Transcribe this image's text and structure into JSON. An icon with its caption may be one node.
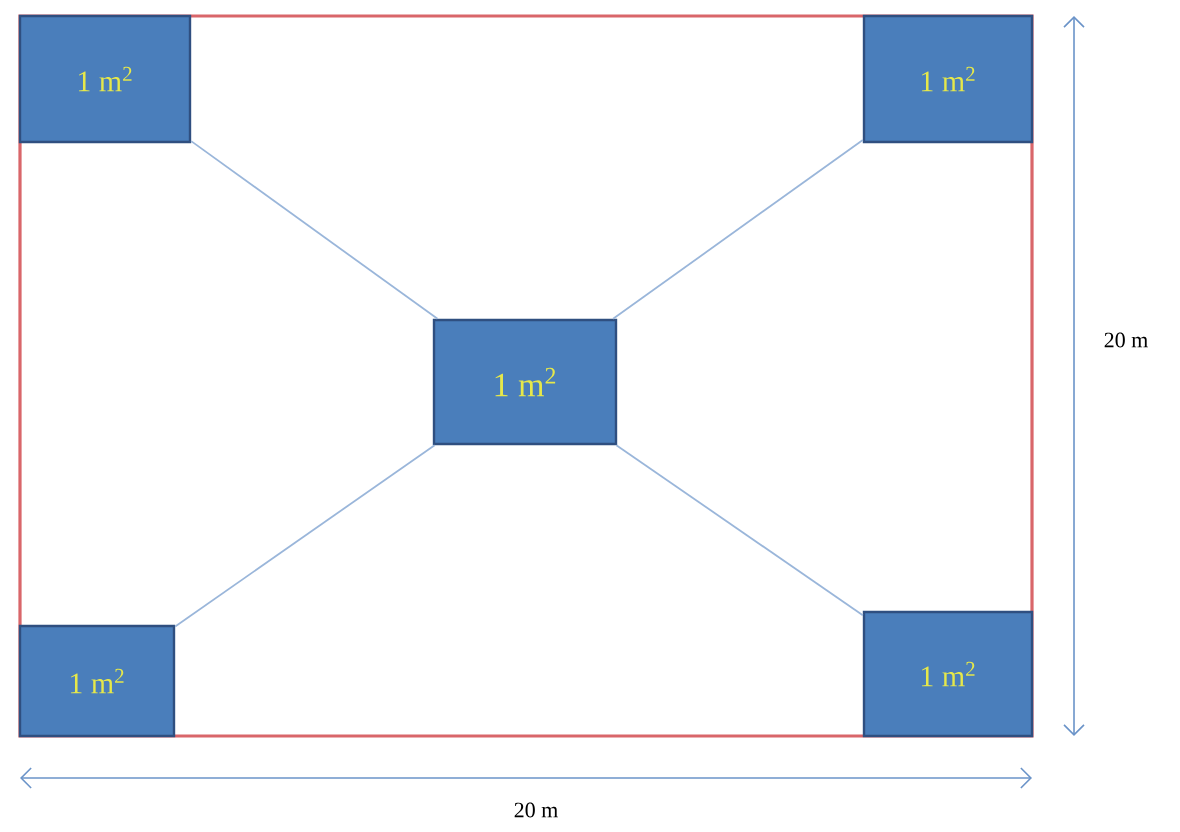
{
  "diagram": {
    "nodes": [
      {
        "text": [
          "1 m$^{2}$"
        ]
      },
      {
        "text": [
          "1 m$^{2}$"
        ]
      },
      {
        "text": [
          "1 m$^{2}$"
        ]
      },
      {
        "text": [
          "1 m$^{2}$"
        ]
      },
      {
        "text": [
          "1 m$^{2}$"
        ]
      }
    ],
    "edges": [
      {
        "from": 0,
        "to": 2,
        "arrow": "none"
      },
      {
        "from": 1,
        "to": 2,
        "arrow": "none"
      },
      {
        "from": 3,
        "to": 2,
        "arrow": "none"
      },
      {
        "from": 4,
        "to": 2,
        "arrow": "none"
      }
    ],
    "labels": [
      "20 m",
      "20 m"
    ]
  }
}
